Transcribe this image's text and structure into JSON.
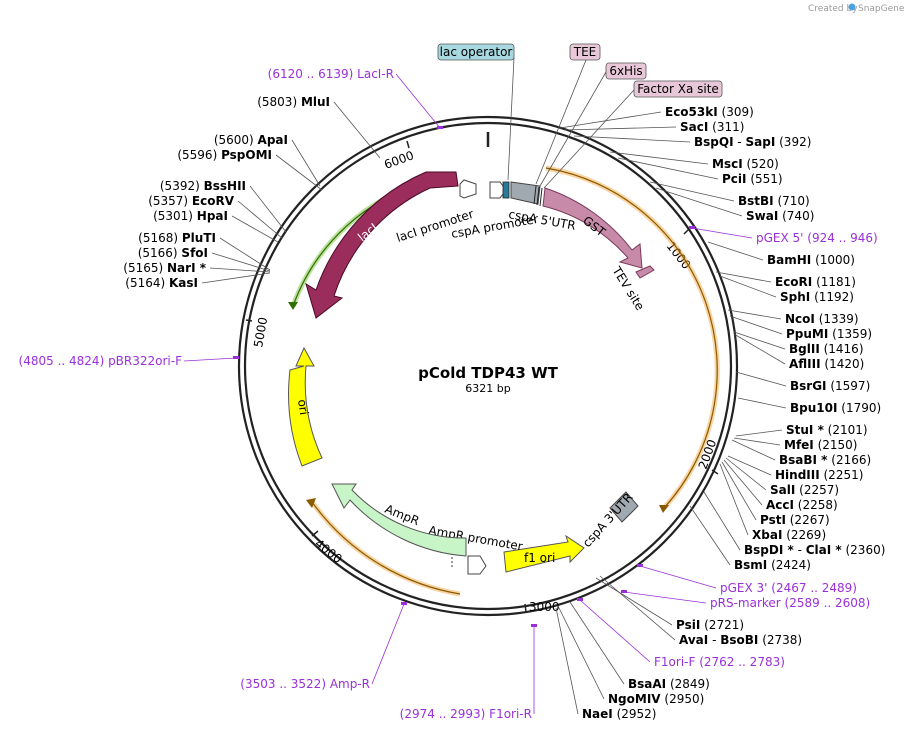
{
  "watermark": {
    "text": "Created by",
    "brand": "SnapGene"
  },
  "plasmid": {
    "name": "pCold TDP43 WT",
    "length_label": "6321 bp",
    "length": 6321
  },
  "ticks": [
    "1000",
    "2000",
    "3000",
    "4000",
    "5000",
    "6000"
  ],
  "boxed_features": [
    {
      "label": "lac operator",
      "fill": "#a8d8e0"
    },
    {
      "label": "TEE",
      "fill": "#e8c8d8"
    },
    {
      "label": "6xHis",
      "fill": "#e8c8d8"
    },
    {
      "label": "Factor Xa site",
      "fill": "#e8c8d8"
    }
  ],
  "feature_labels": {
    "laci": "lacI",
    "laci_promoter": "lacI promoter",
    "cspa_promoter": "cspA promoter",
    "cspa_5utr": "cspA 5'UTR",
    "gst": "GST",
    "tev_site": "TEV site",
    "cspa_3utr": "cspA 3'UTR",
    "f1_ori": "f1 ori",
    "ampr_promoter": "AmpR promoter",
    "ampr": "AmpR",
    "ori": "ori"
  },
  "colors": {
    "laci": "#9b2d5c",
    "gst": "#c78aa8",
    "ori": "#ffff00",
    "ampr": "#c8f5c8",
    "f1_ori": "#ffff00",
    "primer": "#9b30d9",
    "orange_band": "#f0a030",
    "green_band": "#66bb22"
  },
  "sites_right": [
    {
      "name": "Eco53kI",
      "pos": "(309)"
    },
    {
      "name": "SacI",
      "pos": "(311)"
    },
    {
      "name": "BspQI",
      "name2": "SapI",
      "pos": "(392)"
    },
    {
      "name": "MscI",
      "pos": "(520)"
    },
    {
      "name": "PciI",
      "pos": "(551)"
    },
    {
      "name": "BstBI",
      "pos": "(710)"
    },
    {
      "name": "SwaI",
      "pos": "(740)"
    },
    {
      "name": "BamHI",
      "pos": "(1000)"
    },
    {
      "name": "EcoRI",
      "pos": "(1181)"
    },
    {
      "name": "SphI",
      "pos": "(1192)"
    },
    {
      "name": "NcoI",
      "pos": "(1339)"
    },
    {
      "name": "PpuMI",
      "pos": "(1359)"
    },
    {
      "name": "BglII",
      "pos": "(1416)"
    },
    {
      "name": "AflIII",
      "pos": "(1420)"
    },
    {
      "name": "BsrGI",
      "pos": "(1597)"
    },
    {
      "name": "Bpu10I",
      "pos": "(1790)"
    },
    {
      "name": "StuI *",
      "pos": "(2101)"
    },
    {
      "name": "MfeI",
      "pos": "(2150)"
    },
    {
      "name": "BsaBI *",
      "pos": "(2166)"
    },
    {
      "name": "HindIII",
      "pos": "(2251)"
    },
    {
      "name": "SalI",
      "pos": "(2257)"
    },
    {
      "name": "AccI",
      "pos": "(2258)"
    },
    {
      "name": "PstI",
      "pos": "(2267)"
    },
    {
      "name": "XbaI",
      "pos": "(2269)"
    },
    {
      "name": "BspDI *",
      "name2": "ClaI *",
      "pos": "(2360)"
    },
    {
      "name": "BsmI",
      "pos": "(2424)"
    },
    {
      "name": "PsiI",
      "pos": "(2721)"
    },
    {
      "name": "AvaI",
      "name2": "BsoBI",
      "pos": "(2738)"
    },
    {
      "name": "BsaAI",
      "pos": "(2849)"
    },
    {
      "name": "NgoMIV",
      "pos": "(2950)"
    },
    {
      "name": "NaeI",
      "pos": "(2952)"
    }
  ],
  "sites_left": [
    {
      "name": "MluI",
      "pos": "(5803)"
    },
    {
      "name": "ApaI",
      "pos": "(5600)"
    },
    {
      "name": "PspOMI",
      "pos": "(5596)"
    },
    {
      "name": "BssHII",
      "pos": "(5392)"
    },
    {
      "name": "EcoRV",
      "pos": "(5357)"
    },
    {
      "name": "HpaI",
      "pos": "(5301)"
    },
    {
      "name": "PluTI",
      "pos": "(5168)"
    },
    {
      "name": "SfoI",
      "pos": "(5166)"
    },
    {
      "name": "NarI *",
      "pos": "(5165)"
    },
    {
      "name": "KasI",
      "pos": "(5164)"
    }
  ],
  "primers": [
    {
      "name": "LacI-R",
      "range": "(6120 .. 6139)"
    },
    {
      "name": "pGEX 5'",
      "range": "(924 .. 946)"
    },
    {
      "name": "pBR322ori-F",
      "range": "(4805 .. 4824)"
    },
    {
      "name": "pGEX 3'",
      "range": "(2467 .. 2489)"
    },
    {
      "name": "pRS-marker",
      "range": "(2589 .. 2608)"
    },
    {
      "name": "F1ori-F",
      "range": "(2762 .. 2783)"
    },
    {
      "name": "Amp-R",
      "range": "(3503 .. 3522)"
    },
    {
      "name": "F1ori-R",
      "range": "(2974 .. 2993)"
    }
  ]
}
